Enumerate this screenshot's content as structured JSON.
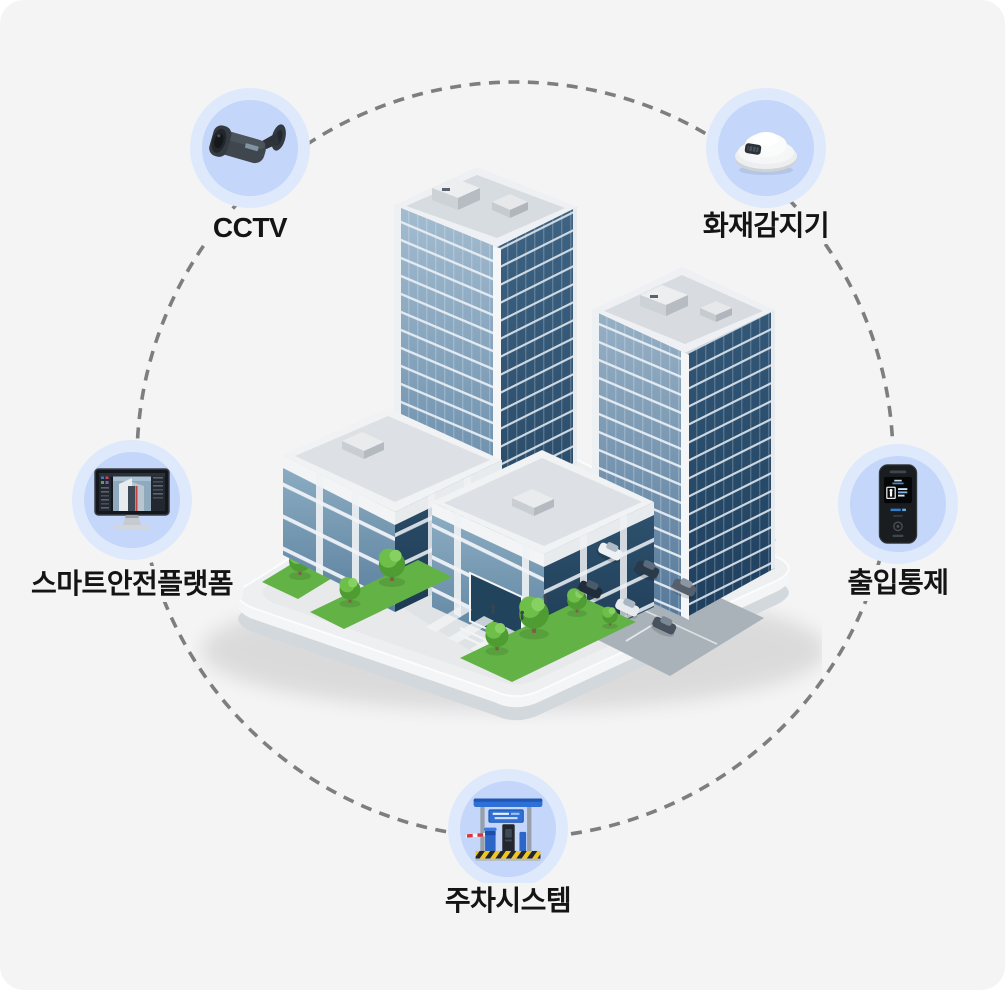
{
  "page": {
    "background_color": "#f4f4f5",
    "connector_style": "dashed-circle",
    "connector_color": "#7d7e80"
  },
  "diagram": {
    "type": "hub-and-spoke",
    "center_illustration": "isometric-smart-building-complex",
    "node_style": {
      "outer_circle_color": "#dfe9fc",
      "inner_circle_color": "#c4d6f9",
      "label_color": "#141414"
    },
    "nodes": [
      {
        "id": "cctv",
        "label": "CCTV",
        "icon": "cctv-camera-icon"
      },
      {
        "id": "fire-detector",
        "label": "화재감지기",
        "icon": "fire-detector-icon"
      },
      {
        "id": "smart-safety-platform",
        "label": "스마트안전플랫폼",
        "icon": "monitor-icon"
      },
      {
        "id": "access-control",
        "label": "출입통제",
        "icon": "access-control-icon"
      },
      {
        "id": "parking-system",
        "label": "주차시스템",
        "icon": "parking-gate-icon"
      }
    ]
  }
}
